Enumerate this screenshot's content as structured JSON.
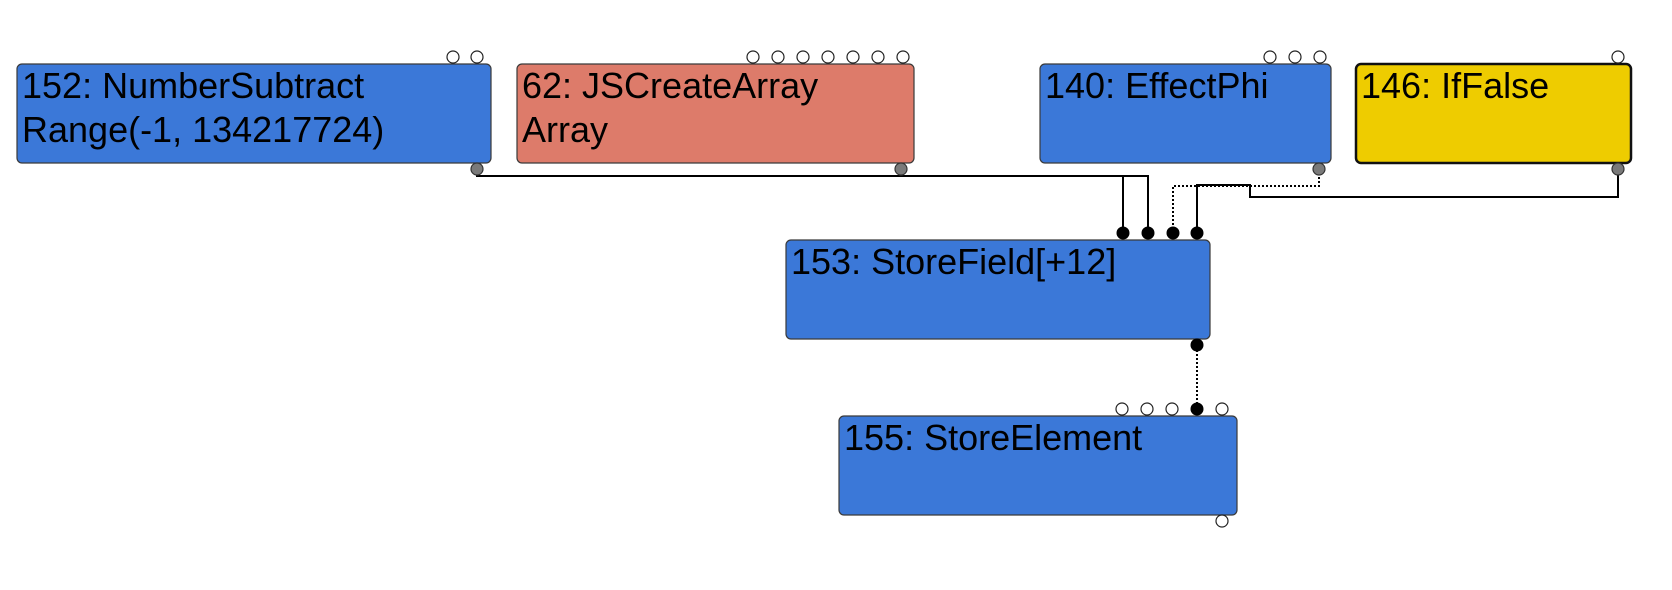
{
  "graph": {
    "title": "Turbolizer sea-of-nodes graph",
    "colors": {
      "blue": "#3b78d8",
      "salmon": "#dd7b6a",
      "yellow": "#eecc00"
    },
    "nodes": [
      {
        "id": "152",
        "lines": [
          "152: NumberSubtract",
          "Range(-1, 134217724)"
        ],
        "color": "blue",
        "inputs": 2,
        "has_output": true
      },
      {
        "id": "62",
        "lines": [
          "62: JSCreateArray",
          "Array"
        ],
        "color": "salmon",
        "inputs": 7,
        "has_output": true
      },
      {
        "id": "140",
        "lines": [
          "140: EffectPhi"
        ],
        "color": "blue",
        "inputs": 3,
        "has_output": true
      },
      {
        "id": "146",
        "lines": [
          "146: IfFalse"
        ],
        "color": "yellow",
        "inputs": 1,
        "has_output": true,
        "selected": true
      },
      {
        "id": "153",
        "lines": [
          "153: StoreField[+12]"
        ],
        "color": "blue",
        "inputs": 4,
        "has_output": true
      },
      {
        "id": "155",
        "lines": [
          "155: StoreElement"
        ],
        "color": "blue",
        "inputs": 5,
        "has_output": true
      }
    ],
    "edges": [
      {
        "from": "152",
        "to": "153",
        "to_port": 1,
        "style": "value"
      },
      {
        "from": "62",
        "to": "153",
        "to_port": 0,
        "style": "value"
      },
      {
        "from": "140",
        "to": "153",
        "to_port": 2,
        "style": "effect"
      },
      {
        "from": "146",
        "to": "153",
        "to_port": 3,
        "style": "control"
      },
      {
        "from": "153",
        "to": "155",
        "to_port": 3,
        "style": "effect"
      }
    ]
  }
}
